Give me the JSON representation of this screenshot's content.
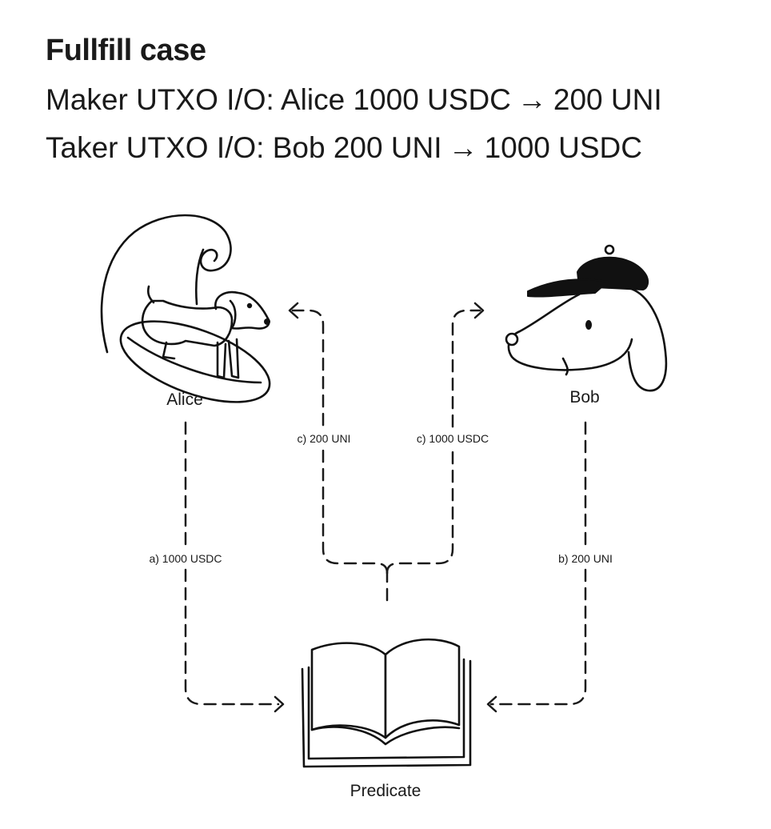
{
  "header": {
    "title": "Fullfill case",
    "maker_line": {
      "prefix": "Maker  UTXO I/O: Alice 1000 USDC",
      "arrow": "→",
      "suffix": "200 UNI"
    },
    "taker_line": {
      "prefix": "Taker UTXO I/O: Bob 200 UNI",
      "arrow": "→",
      "suffix": "1000 USDC"
    }
  },
  "nodes": {
    "alice": {
      "label": "Alice",
      "icon": "surfing-dog-icon"
    },
    "bob": {
      "label": "Bob",
      "icon": "dog-with-cap-icon"
    },
    "predicate": {
      "label": "Predicate",
      "icon": "open-book-icon"
    }
  },
  "edges": {
    "a": {
      "label": "a) 1000 USDC"
    },
    "b": {
      "label": "b) 200 UNI"
    },
    "c_alice": {
      "label": "c) 200 UNI"
    },
    "c_bob": {
      "label": "c) 1000 USDC"
    }
  }
}
